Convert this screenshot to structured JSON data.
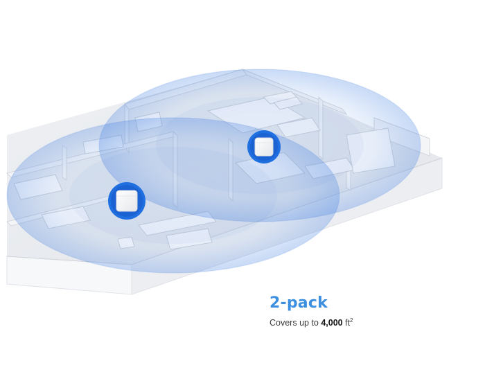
{
  "caption": {
    "title": "2-pack",
    "coverage_prefix": "Covers up to ",
    "coverage_value": "4,000",
    "coverage_unit": " ft",
    "coverage_exponent": "2"
  },
  "colors": {
    "accent": "#3d8fe0",
    "device_ring": "#1f6fe0",
    "coverage": "#3b7be0"
  },
  "devices": [
    {
      "name": "mesh-unit-upper"
    },
    {
      "name": "mesh-unit-lower"
    }
  ]
}
